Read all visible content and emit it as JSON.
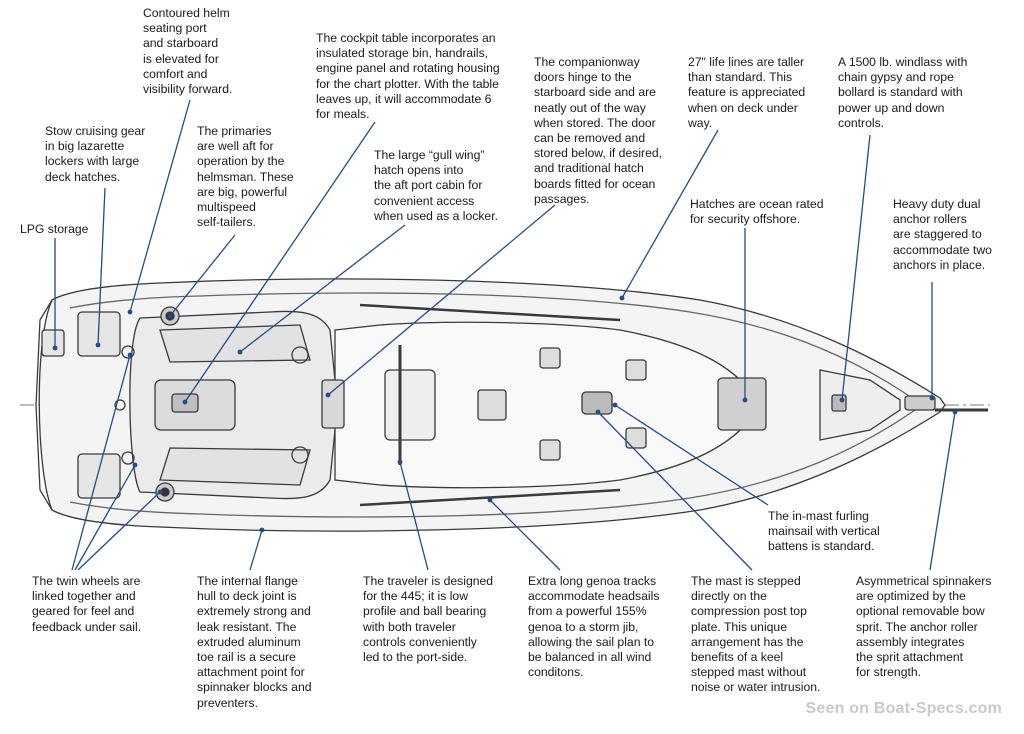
{
  "labels": {
    "helm_seating": "Contoured helm\nseating port\nand starboard\nis elevated for\ncomfort and\nvisibility forward.",
    "cockpit_table": "The cockpit table incorporates an\ninsulated storage bin, handrails,\nengine panel and rotating housing\nfor the chart plotter. With the table\nleaves up, it will accommodate 6\nfor meals.",
    "companionway": "The companionway\ndoors hinge to the\nstarboard side and are\nneatly out of the way\nwhen stored. The door\ncan be removed and\nstored below, if desired,\nand traditional hatch\nboards fitted for ocean\npassages.",
    "life_lines": "27\" life lines are taller\nthan standard. This\nfeature is appreciated\nwhen on deck under\nway.",
    "windlass": "A 1500 lb. windlass with\nchain gypsy and rope\nbollard is standard with\npower up and down\ncontrols.",
    "stow_gear": "Stow cruising gear\nin big lazarette\nlockers with large\ndeck hatches.",
    "primaries": "The primaries\nare well aft for\noperation by the\nhelmsman. These\nare big, powerful\nmultispeed\nself-tailers.",
    "gull_wing": "The large  “gull wing”\nhatch opens into\nthe aft port cabin for\nconvenient access\nwhen used as a locker.",
    "hatches": "Hatches are ocean rated\nfor security offshore.",
    "anchor_rollers": "Heavy duty dual\nanchor rollers\nare staggered to\naccommodate two\nanchors in place.",
    "lpg": "LPG storage",
    "in_mast": "The in-mast furling\nmainsail with vertical\nbattens is standard.",
    "twin_wheels": "The twin wheels are\nlinked together and\ngeared for feel and\nfeedback under sail.",
    "flange": "The internal flange\nhull to deck joint is\nextremely strong and\nleak resistant. The\nextruded aluminum\ntoe rail is a secure\nattachment point for\nspinnaker blocks and\npreventers.",
    "traveler": "The traveler is designed\nfor the 445; it is low\nprofile and ball bearing\nwith both traveler\ncontrols conveniently\nled to the port-side.",
    "genoa": "Extra long genoa tracks\naccommodate headsails\nfrom a powerful 155%\ngenoa to a storm jib,\nallowing the sail plan to\nbe balanced in all wind\nconditons.",
    "mast": "The mast is stepped\ndirectly on the\ncompression post top\nplate. This unique\narrangement has the\nbenefits of a keel\nstepped mast without\nnoise or water intrusion.",
    "spinnakers": "Asymmetrical spinnakers\nare optimized by the\noptional removable bow\nsprit. The anchor roller\nassembly integrates\nthe sprit attachment\nfor strength."
  },
  "watermark": "Seen on Boat-Specs.com",
  "colors": {
    "leader_line": "#1f4f8a",
    "hull_outline": "#3a3a3a",
    "deck_fill": "#f4f4f4",
    "watermark": "#c9c9c9"
  }
}
